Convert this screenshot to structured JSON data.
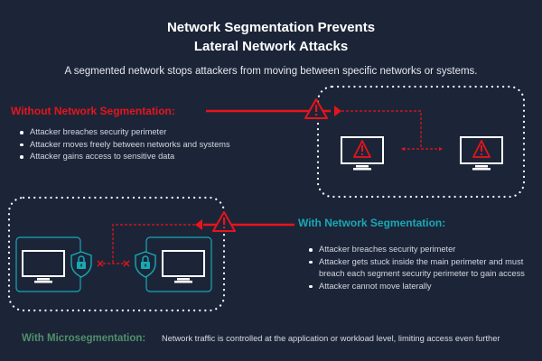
{
  "title": {
    "line1": "Network Segmentation Prevents",
    "line2": "Lateral Network Attacks"
  },
  "subtitle": "A segmented network stops attackers from moving between specific networks or systems.",
  "without": {
    "heading": "Without Network Segmentation:",
    "bullets": [
      "Attacker breaches security perimeter",
      "Attacker moves freely between networks and systems",
      "Attacker gains access to sensitive data"
    ]
  },
  "with": {
    "heading": "With Network Segmentation:",
    "bullets": [
      "Attacker breaches security perimeter",
      "Attacker gets stuck inside the main perimeter and must breach each segment security perimeter to gain access",
      "Attacker cannot move laterally"
    ]
  },
  "micro": {
    "heading": "With Microsegmentation:",
    "description": "Network traffic is controlled at the application or workload level, limiting access even further"
  },
  "colors": {
    "background": "#1c2538",
    "attack_red": "#e8141b",
    "teal": "#17a9b4",
    "micro_green": "#4f8f6a",
    "white": "#ffffff"
  }
}
